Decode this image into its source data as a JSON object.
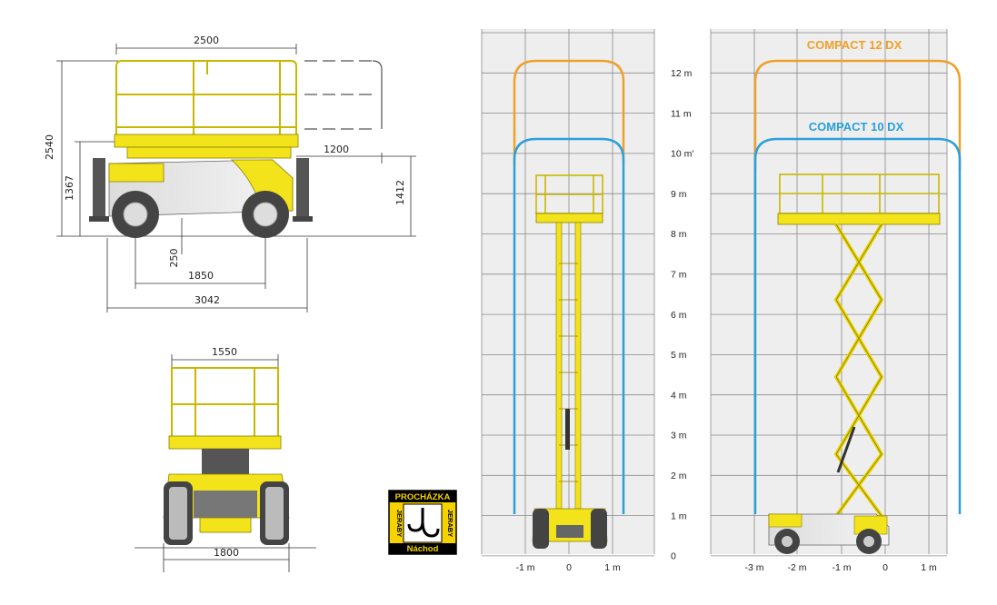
{
  "colors": {
    "machine_yellow": "#f2e31a",
    "compact12_color": "#f0a028",
    "compact10_color": "#2aa0dc",
    "grid_line": "#8a8a8a",
    "grid_bg": "#eeeeee",
    "logo_yellow": "#f6d200"
  },
  "side_view": {
    "dim_top": "2500",
    "dim_height_total": "2540",
    "dim_height_platform": "1367",
    "dim_extension": "1200",
    "dim_right_height": "1412",
    "dim_clearance": "250",
    "dim_wheelbase": "1850",
    "dim_length": "3042"
  },
  "front_view": {
    "dim_top": "1550",
    "dim_bottom": "1800"
  },
  "logo": {
    "top": "PROCHÁZKA",
    "left": "JERABY",
    "right": "JERABY",
    "bottom": "Náchod"
  },
  "chart_left": {
    "height_labels": [
      "12 m",
      "11 m",
      "10 m'",
      "9 m",
      "8 m",
      "7 m",
      "6 m",
      "5 m",
      "4 m",
      "3 m",
      "2 m",
      "1 m",
      "0"
    ],
    "x_labels": [
      "-1 m",
      "0",
      "1 m"
    ]
  },
  "chart_right": {
    "title_12": "COMPACT 12 DX",
    "title_10": "COMPACT  10 DX",
    "x_labels": [
      "-3 m",
      "-2 m",
      "-1 m",
      "0",
      "1 m"
    ]
  }
}
